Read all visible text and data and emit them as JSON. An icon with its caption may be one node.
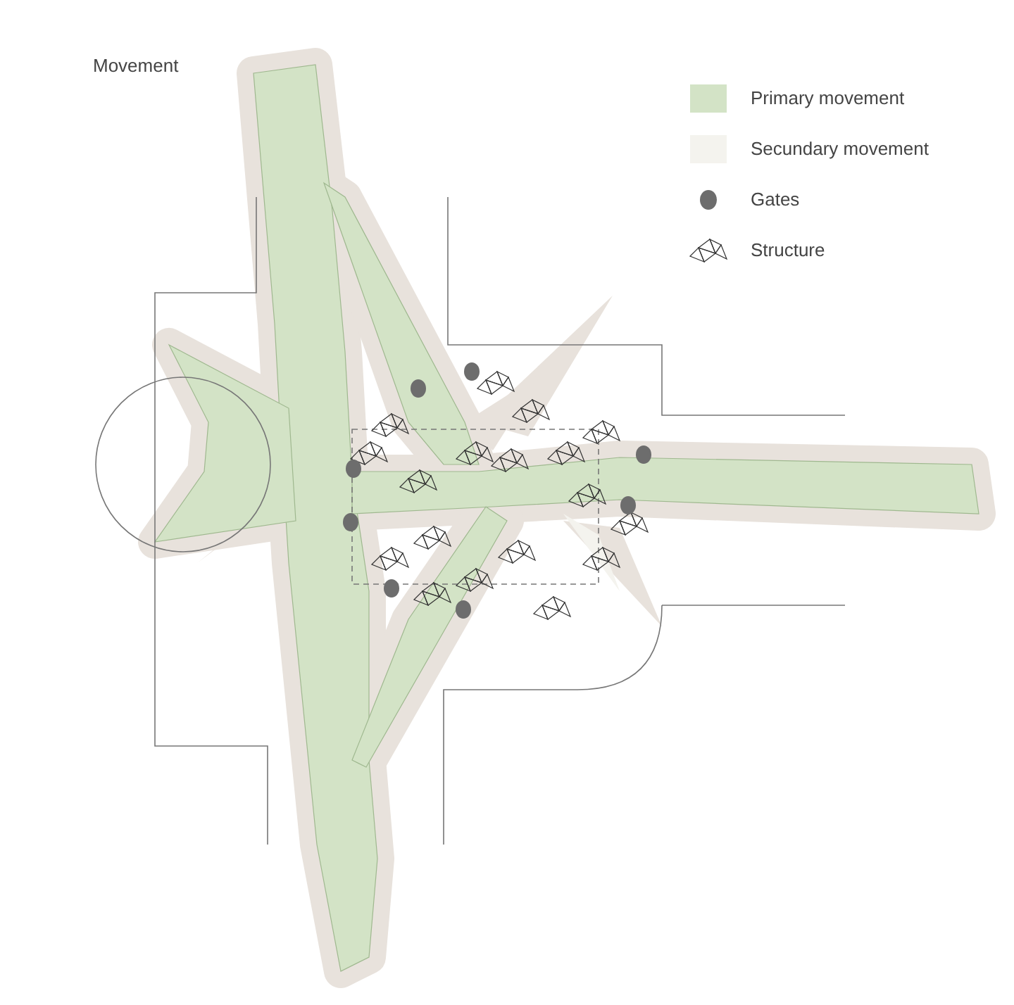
{
  "diagram": {
    "title": "Movement",
    "legend": [
      {
        "text": "Primary movement",
        "color": "#d3e3c6"
      },
      {
        "text": "Secundary movement",
        "color": "#f4f3ee"
      },
      {
        "text": "Gates"
      },
      {
        "text": "Structure"
      }
    ]
  }
}
